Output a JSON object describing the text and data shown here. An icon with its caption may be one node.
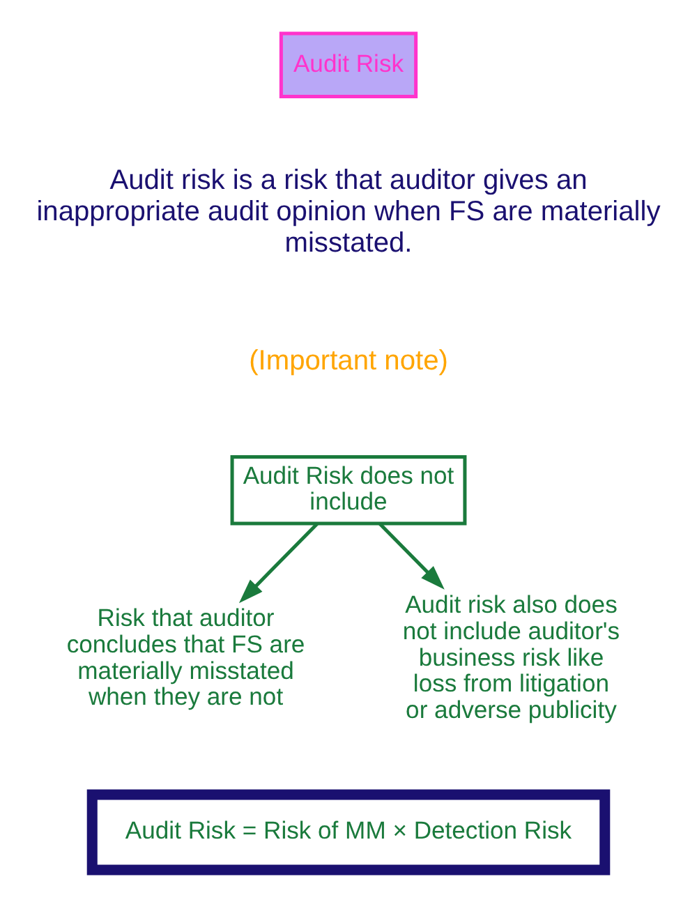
{
  "diagram": {
    "nodes": [
      {
        "text": [
          "Audit Risk"
        ]
      },
      {
        "text": [
          "Audit Risk does not include"
        ]
      },
      {
        "text": [
          "Risk that auditor concludes that FS are materially misstated when they are not"
        ]
      },
      {
        "text": [
          "Audit risk also does not include auditor's business risk like loss from litigation or adverse publicity"
        ]
      },
      {
        "text": [
          "Audit Risk = Risk of MM × Detection Risk"
        ]
      }
    ],
    "edges": [
      {
        "from": 1,
        "to": 2,
        "arrow": "to"
      },
      {
        "from": 1,
        "to": 3,
        "arrow": "to"
      }
    ],
    "labels": [
      "Audit risk is a risk that auditor gives an inappropriate audit opinion when FS are materially misstated.",
      "(Important note)"
    ]
  }
}
